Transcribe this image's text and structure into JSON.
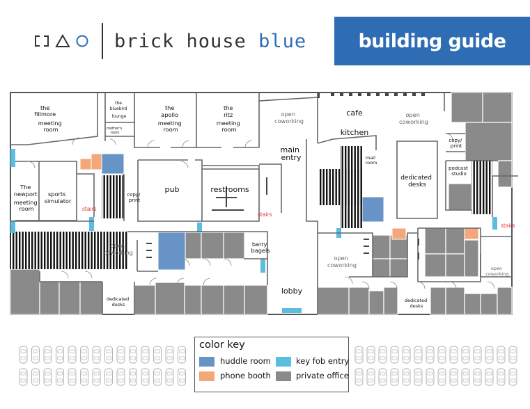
{
  "header": {
    "brand_part1": "brick house",
    "brand_part2": "blue",
    "banner_title": "building guide"
  },
  "colors": {
    "accent": "#2e6db4",
    "huddle": "#6793c7",
    "phone": "#f4a77a",
    "fob": "#5bbde0",
    "office": "#8a8a8a",
    "stairs_label": "#e03030"
  },
  "icons": [
    "square-bracket-icon",
    "triangle-icon",
    "circle-icon"
  ],
  "rooms": {
    "fillmore": [
      "the",
      "fillmore",
      "meeting",
      "room"
    ],
    "bluebird": [
      "the",
      "bluebird",
      "lounge"
    ],
    "mothers": [
      "mother's",
      "room"
    ],
    "apollo": [
      "the",
      "apollo",
      "meeting",
      "room"
    ],
    "ritz": [
      "the",
      "ritz",
      "meeting",
      "room"
    ],
    "newport": [
      "The",
      "newport",
      "meeting",
      "room"
    ],
    "sports": [
      "sports",
      "simulator"
    ],
    "copy_left": [
      "copy/",
      "print"
    ],
    "pub": "pub",
    "restrooms": "restrooms",
    "main_entry": [
      "main",
      "entry"
    ],
    "cafe": "cafe",
    "kitchen": "kitchen",
    "mail": [
      "mail",
      "room"
    ],
    "dedicated_center": [
      "dedicated",
      "desks"
    ],
    "copy_right": [
      "copy/",
      "print"
    ],
    "podcast": [
      "podcast",
      "studio"
    ],
    "barry": [
      "barry",
      "bagels"
    ],
    "lobby": "lobby",
    "dedicated_left": [
      "dedicated",
      "desks"
    ],
    "dedicated_right": [
      "dedicated",
      "desks"
    ]
  },
  "open_areas": {
    "top_center": [
      "open",
      "coworking"
    ],
    "top_right": [
      "open",
      "coworking"
    ],
    "left_lower": [
      "open",
      "coworking"
    ],
    "center_lower": [
      "open",
      "coworking"
    ],
    "right_lower": [
      "open",
      "coworking"
    ]
  },
  "stairs_label": "stairs",
  "legend": {
    "title": "color key",
    "items": [
      "huddle room",
      "key fob entry",
      "phone booth",
      "private office"
    ]
  }
}
